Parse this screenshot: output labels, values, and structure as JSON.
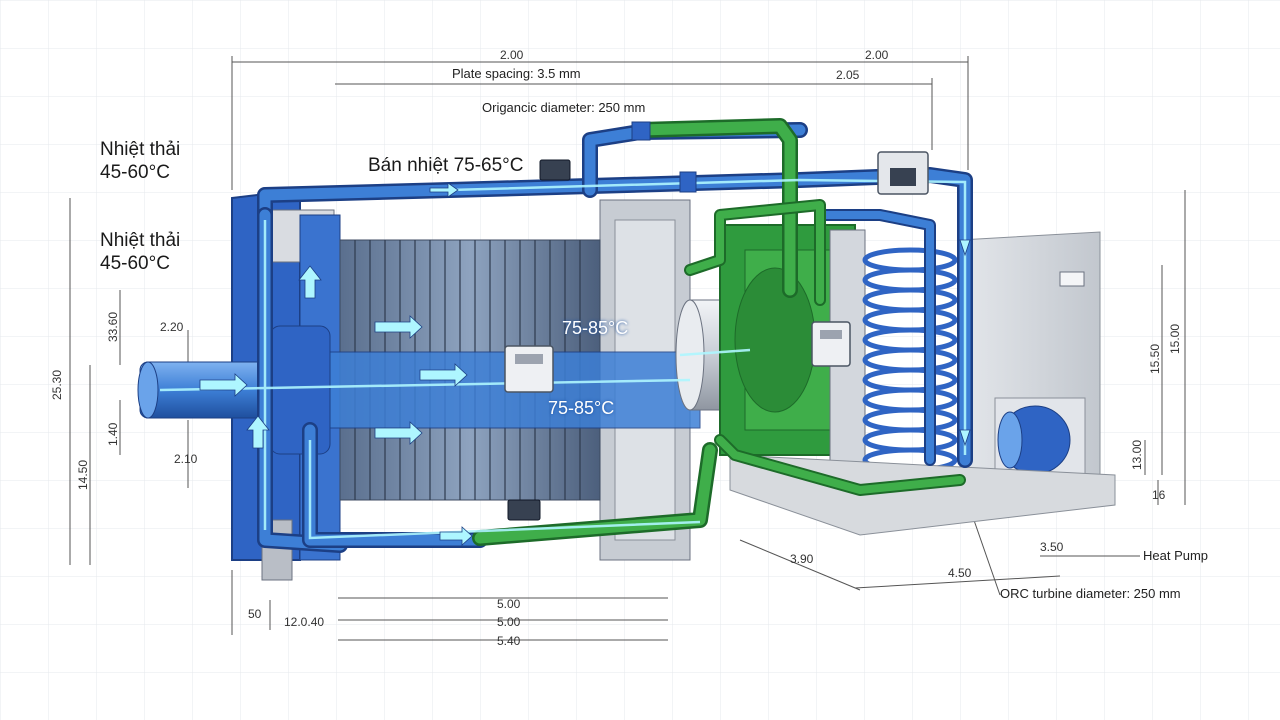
{
  "labels": {
    "inlet_title_1": "Nhiệt thải",
    "inlet_temp_1": "45-60°C",
    "inlet_title_2": "Nhiệt thải",
    "inlet_temp_2": "45-60°C",
    "top_flow": "Bán nhiệt 75-65°C",
    "core_temp_upper": "75-85°C",
    "core_temp_lower": "75-85°C",
    "plate_spacing": "Plate spacing: 3.5 mm",
    "organic_diameter": "Origancic diameter: 250 mm",
    "orc_diameter": "ORC turbine diameter: 250 mm",
    "heat_pump": "Heat Pump"
  },
  "dimensions": {
    "top_left": "2.00",
    "top_right": "2.00",
    "top_right_sub": "2.05",
    "left_total": "25.30",
    "left_lower": "14.50",
    "left_upper_small": "33.60",
    "left_small": "1.40",
    "inlet_top": "2.20",
    "inlet_bottom": "2.10",
    "right_tall": "15.00",
    "right_mid": "15.50",
    "right_small": "13.00",
    "right_tiny": "16",
    "bottom_1": "5.00",
    "bottom_2": "5.00",
    "bottom_3": "5.40",
    "bottom_left_a": "50",
    "bottom_left_b": "12.0.40",
    "base_depth": "3.90",
    "base_width": "4.50",
    "base_right": "3.50"
  },
  "colors": {
    "blue_pipe": "#3d7fd6",
    "green_pipe": "#3fae4a",
    "flow_cyan": "#aef6ff",
    "frame_blue": "#2f64c4",
    "grid": "#e6e8ec"
  }
}
